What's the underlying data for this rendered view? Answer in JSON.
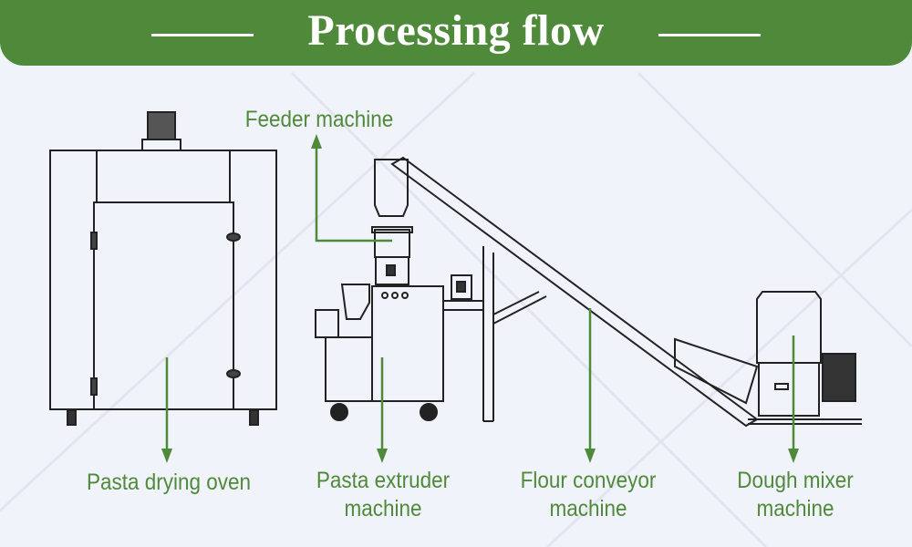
{
  "header": {
    "title": "Processing flow"
  },
  "colors": {
    "brand_green": "#4e8a3a",
    "background": "#f1f3fa",
    "line": "#222222"
  },
  "labels": {
    "feeder": "Feeder machine",
    "oven": "Pasta drying oven",
    "extruder": [
      "Pasta extruder",
      "machine"
    ],
    "conveyor": [
      "Flour conveyor",
      "machine"
    ],
    "mixer": [
      "Dough mixer",
      "machine"
    ]
  }
}
